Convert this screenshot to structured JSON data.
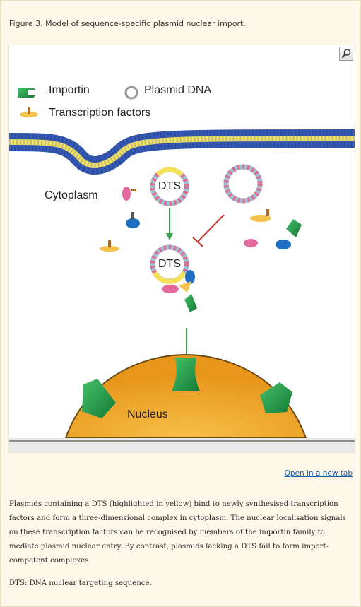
{
  "caption": "Figure 3. Model of sequence-specific plasmid nuclear import.",
  "figure": {
    "legend": {
      "importin": "Importin",
      "plasmid": "Plasmid DNA",
      "tf": "Transcription factors"
    },
    "labels": {
      "cytoplasm": "Cytoplasm",
      "nucleus": "Nucleus",
      "dts_top": "DTS",
      "dts_bottom": "DTS"
    },
    "zoom_icon": "magnifier-icon"
  },
  "open_link": "Open in a new tab",
  "description": "Plasmids containing a DTS (highlighted in yellow) bind to newly synthesised transcription factors and form a three-dimensional complex in cytoplasm. The nuclear localisation signals on these transcription factors can be recognised by members of the importin family to mediate plasmid nuclear entry. By contrast, plasmids lacking a DTS fail to form import-competent complexes.",
  "note": "DTS: DNA nuclear targeting sequence.",
  "colors": {
    "membrane_blue": "#2b4fa8",
    "membrane_yellow": "#f3e25a",
    "importin_green": "#1f9a4a",
    "nucleus_orange": "#f1a21d",
    "arrow_green": "#2fa14b",
    "inhibit_red": "#c0392b"
  }
}
